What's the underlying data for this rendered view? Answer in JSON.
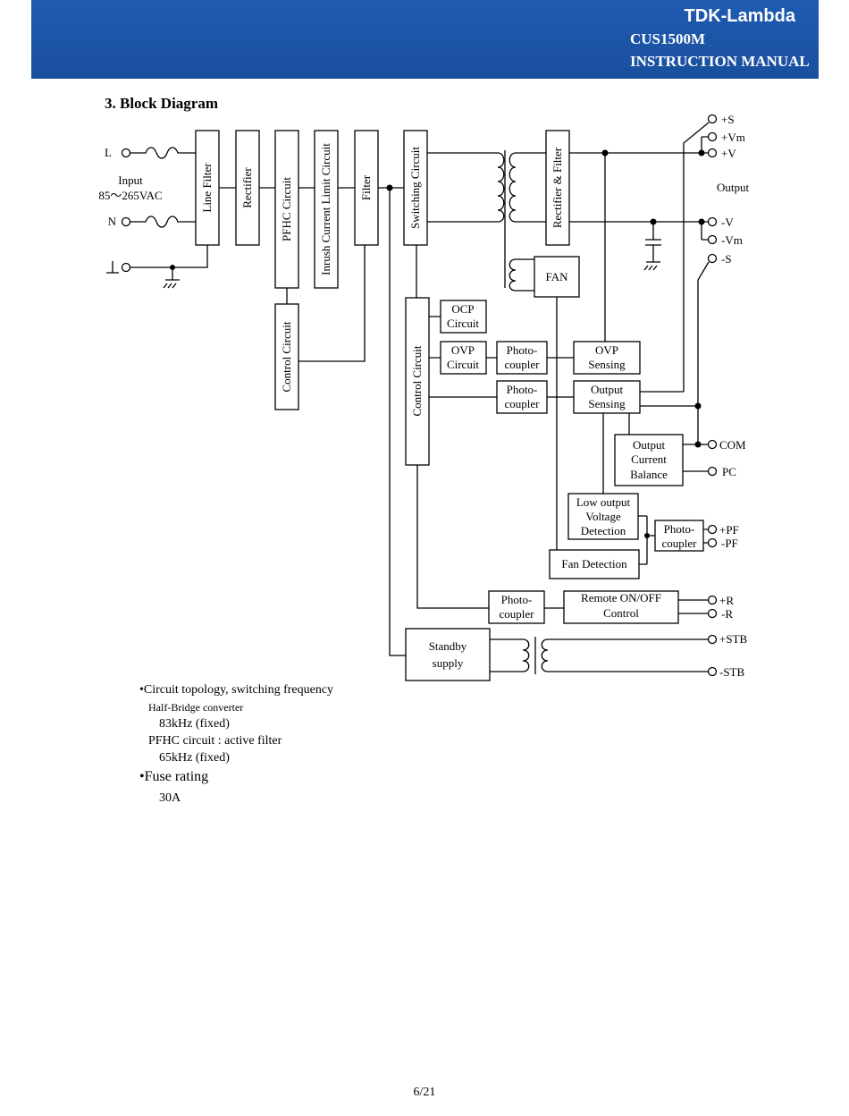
{
  "header": {
    "brand": "TDK-Lambda",
    "model": "CUS1500M",
    "manual": "INSTRUCTION MANUAL",
    "bg_color": "#1f5bb1"
  },
  "section_title": "3.  Block Diagram",
  "diagram": {
    "input": {
      "L": "L",
      "N": "N",
      "label": "Input",
      "range": "85～265VAC"
    },
    "blocks": {
      "line_filter": "Line Filter",
      "rectifier": "Rectifier",
      "pfhc": "PFHC Circuit",
      "inrush": "Inrush Current Limit Circuit",
      "filter": "Filter",
      "switching": "Switching Circuit",
      "rect_filter": "Rectifier & Filter",
      "fan": "FAN",
      "control_left": "Control Circuit",
      "control_right": "Control Circuit",
      "ocp_1": "OCP",
      "ocp_2": "Circuit",
      "ovp_1": "OVP",
      "ovp_2": "Circuit",
      "photo_1": "Photo-",
      "photo_2": "coupler",
      "ovp_sense_1": "OVP",
      "ovp_sense_2": "Sensing",
      "out_sense_1": "Output",
      "out_sense_2": "Sensing",
      "ocb_1": "Output",
      "ocb_2": "Current",
      "ocb_3": "Balance",
      "lov_1": "Low output",
      "lov_2": "Voltage",
      "lov_3": "Detection",
      "fan_det": "Fan Detection",
      "remote_1": "Remote ON/OFF",
      "remote_2": "Control",
      "standby_1": "Standby",
      "standby_2": "supply"
    },
    "terminals": {
      "plus_s": "+S",
      "plus_vm": "+Vm",
      "plus_v": "+V",
      "output": "Output",
      "minus_v": "-V",
      "minus_vm": "-Vm",
      "minus_s": "-S",
      "com": "COM",
      "pc": "PC",
      "plus_pf": "+PF",
      "minus_pf": "-PF",
      "plus_r": "+R",
      "minus_r": "-R",
      "plus_stb": "+STB",
      "minus_stb": "-STB"
    }
  },
  "notes": {
    "topology_heading": "•Circuit topology, switching frequency",
    "converter": "Half-Bridge converter",
    "converter_freq": "83kHz (fixed)",
    "pfhc": "PFHC circuit : active filter",
    "pfhc_freq": "65kHz (fixed)",
    "fuse_heading": "•Fuse rating",
    "fuse_value": "30A"
  },
  "page_number": "6/21"
}
